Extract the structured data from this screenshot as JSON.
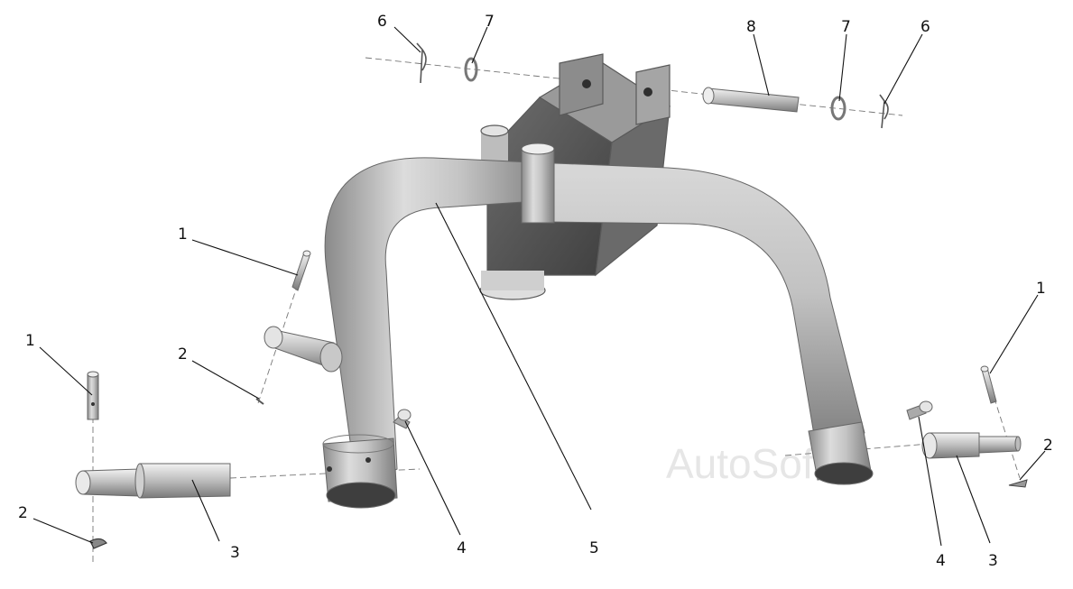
{
  "watermark": "AutoSoft",
  "callouts": {
    "c1a": "1",
    "c1b": "1",
    "c1c": "1",
    "c2a": "2",
    "c2b": "2",
    "c2c": "2",
    "c3a": "3",
    "c3b": "3",
    "c4a": "4",
    "c4b": "4",
    "c5": "5",
    "c6a": "6",
    "c6b": "6",
    "c7a": "7",
    "c7b": "7",
    "c8": "8"
  },
  "colors": {
    "metal_light": "#e9e9e9",
    "metal_mid": "#bdbdbd",
    "metal_dark": "#7b7b7b",
    "bracket_dark": "#4f4f4f"
  }
}
